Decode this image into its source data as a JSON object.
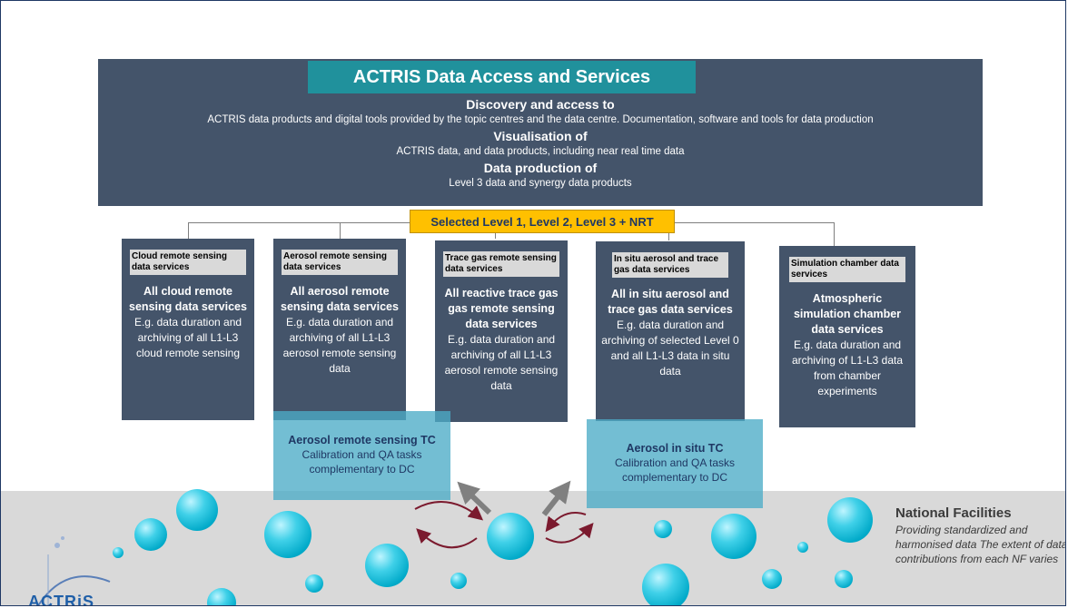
{
  "top_box": {
    "title": "ACTRIS Data Access and Services",
    "heading1": "Discovery and access to",
    "text1": "ACTRIS data products and digital tools provided by the topic centres and the data centre. Documentation,  software and tools for data production",
    "heading2": "Visualisation of",
    "text2": "ACTRIS data, and data products, including near real time data",
    "heading3": "Data production of",
    "text3": "Level 3 data and synergy data products"
  },
  "banner": "Selected Level 1, Level 2, Level 3 + NRT",
  "cards": [
    {
      "tag": "Cloud remote sensing data services",
      "lead": "All cloud remote sensing data services",
      "body": "E.g. data duration and archiving of all L1-L3 cloud remote sensing"
    },
    {
      "tag": "Aerosol remote sensing data services",
      "lead": "All aerosol remote sensing data services",
      "body": "E.g. data duration and archiving of all L1-L3 aerosol remote sensing data"
    },
    {
      "tag": "Trace gas remote sensing data services",
      "lead": "All reactive trace gas gas remote sensing data services",
      "body": "E.g. data duration and archiving of all L1-L3 aerosol remote sensing data"
    },
    {
      "tag": "In situ aerosol and trace gas data services",
      "lead": "All in situ aerosol and trace gas data services",
      "body": "E.g. data duration and archiving of selected Level 0 and all L1-L3 data in situ data"
    },
    {
      "tag": "Simulation chamber data services",
      "lead": "Atmospheric simulation chamber data services",
      "body": "E.g. data duration and archiving of L1-L3 data from chamber experiments"
    }
  ],
  "tcs": [
    {
      "lead": "Aerosol remote sensing TC",
      "body": "Calibration and QA tasks complementary to DC"
    },
    {
      "lead": "Aerosol in situ TC",
      "body": "Calibration and QA tasks complementary to DC"
    }
  ],
  "national_facilities": {
    "title": "National Facilities",
    "text": "Providing standardized and harmonised data The extent of data contributions from each NF varies"
  },
  "logo_text": "ACTRiS",
  "colors": {
    "panel": "#44546a",
    "title_bar": "#20919c",
    "banner": "#ffc000",
    "tc_box": "#4bacc6",
    "bubble": "#00b0d0",
    "ground": "#d9d9d9"
  }
}
